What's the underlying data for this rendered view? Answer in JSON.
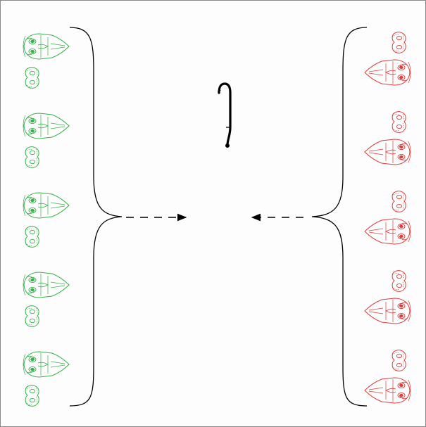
{
  "colors": {
    "left_group": "#36b04a",
    "right_group": "#e03b3b",
    "ink": "#000000",
    "frame_border": "#888888"
  },
  "left_group": {
    "icon": "mask-pair-icon",
    "color_name": "green",
    "count": 5,
    "facing": "right"
  },
  "right_group": {
    "icon": "mask-pair-icon",
    "color_name": "red",
    "count": 5,
    "facing": "left"
  },
  "center": {
    "icon": "cane-icon"
  },
  "arrows": [
    {
      "from": "left-group",
      "to": "center",
      "style": "dashed"
    },
    {
      "from": "right-group",
      "to": "center",
      "style": "dashed"
    }
  ]
}
